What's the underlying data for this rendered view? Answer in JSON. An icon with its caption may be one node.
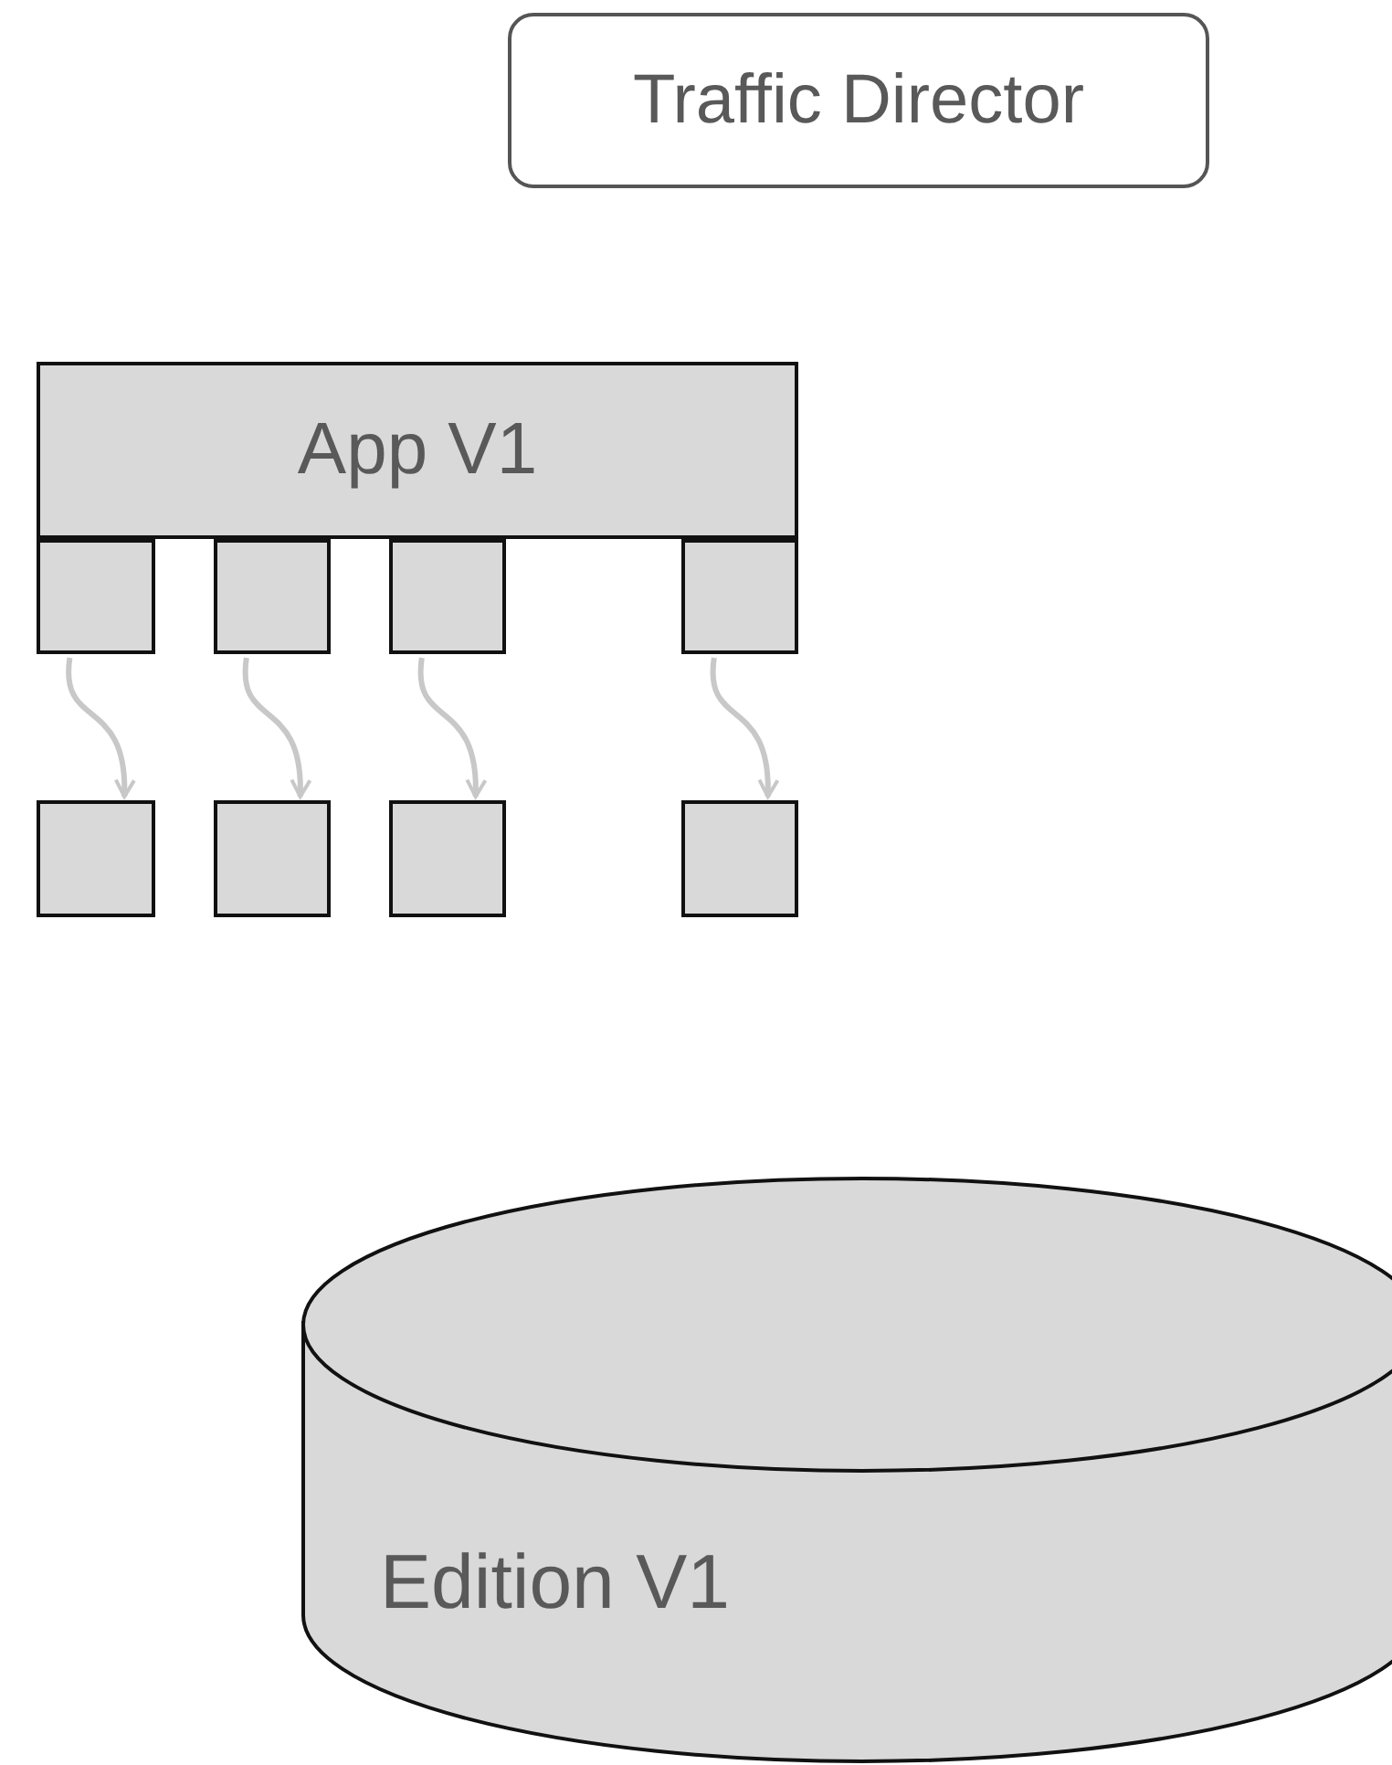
{
  "diagram": {
    "nodes": [
      {
        "text": [
          "Traffic Director"
        ]
      },
      {
        "text": [
          "App V1"
        ]
      },
      {
        "text": [],
        "shape": "box"
      },
      {
        "text": [],
        "shape": "box"
      },
      {
        "text": [],
        "shape": "box"
      },
      {
        "text": [],
        "shape": "box"
      },
      {
        "text": [],
        "shape": "box"
      },
      {
        "text": [],
        "shape": "box"
      },
      {
        "text": [],
        "shape": "box"
      },
      {
        "text": [],
        "shape": "box"
      },
      {
        "text": [
          "Edition V1"
        ]
      }
    ],
    "edges": [
      {
        "from": 2,
        "to": 6,
        "arrow": "to"
      },
      {
        "from": 3,
        "to": 7,
        "arrow": "to"
      },
      {
        "from": 4,
        "to": 8,
        "arrow": "to"
      },
      {
        "from": 5,
        "to": 9,
        "arrow": "to"
      }
    ]
  }
}
